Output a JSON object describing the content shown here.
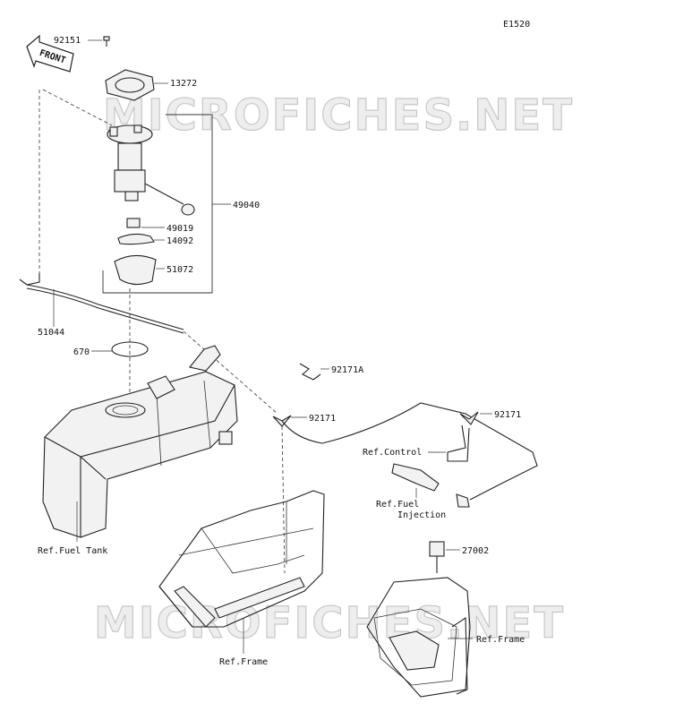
{
  "diagram_code": "E1520",
  "watermark": "MICROFICHES.NET",
  "front_label": "FRONT",
  "callouts": {
    "p92151": "92151",
    "p13272": "13272",
    "p49040": "49040",
    "p49019": "49019",
    "p14092": "14092",
    "p51072": "51072",
    "p51044": "51044",
    "p670": "670",
    "p92171A": "92171A",
    "p92171_a": "92171",
    "p92171_b": "92171",
    "p27002": "27002"
  },
  "refs": {
    "control": "Ref.Control",
    "fuel_injection_1": "Ref.Fuel",
    "fuel_injection_2": "Injection",
    "fuel_tank": "Ref.Fuel Tank",
    "frame_left": "Ref.Frame",
    "frame_right": "Ref.Frame"
  },
  "colors": {
    "line": "#222222",
    "watermark_fill": "#eeeeee",
    "watermark_stroke": "#c8c8c8",
    "background": "#ffffff"
  }
}
